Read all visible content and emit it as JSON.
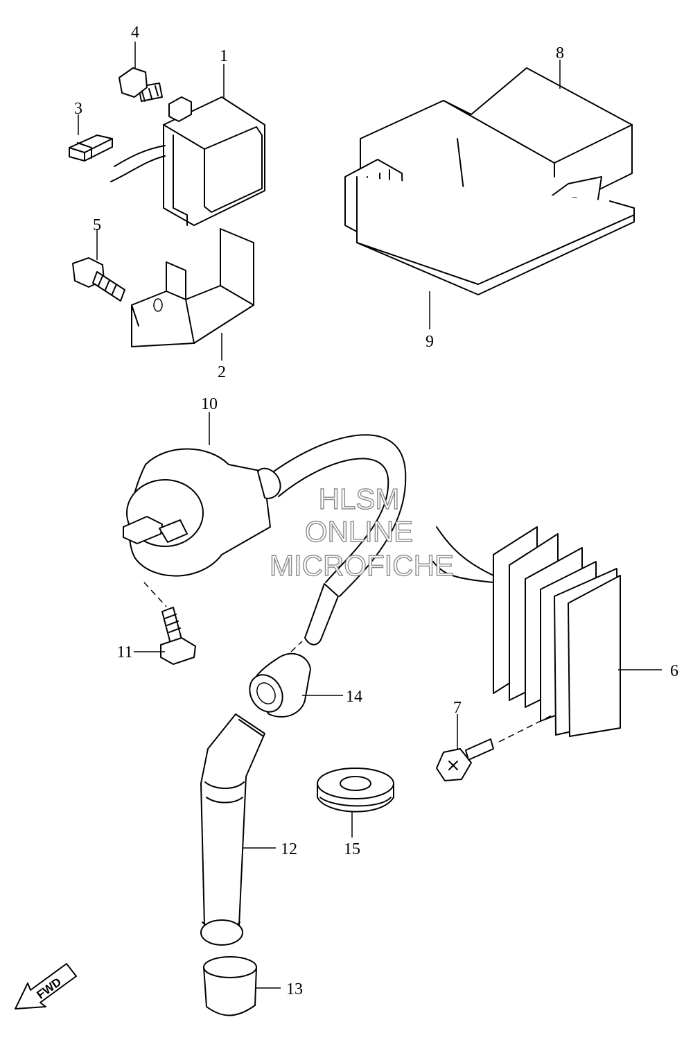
{
  "callouts": {
    "c1": "1",
    "c2": "2",
    "c3": "3",
    "c4": "4",
    "c5": "5",
    "c6": "6",
    "c7": "7",
    "c8": "8",
    "c9": "9",
    "c10": "10",
    "c11": "11",
    "c12": "12",
    "c13": "13",
    "c14": "14",
    "c15": "15"
  },
  "watermark": {
    "line1": "HLSM",
    "line2": "ONLINE",
    "line3": "MICROFICHE"
  },
  "fwd_label": "FWD",
  "colors": {
    "ink": "#000000",
    "watermark_outline": "#8a8a8a"
  }
}
